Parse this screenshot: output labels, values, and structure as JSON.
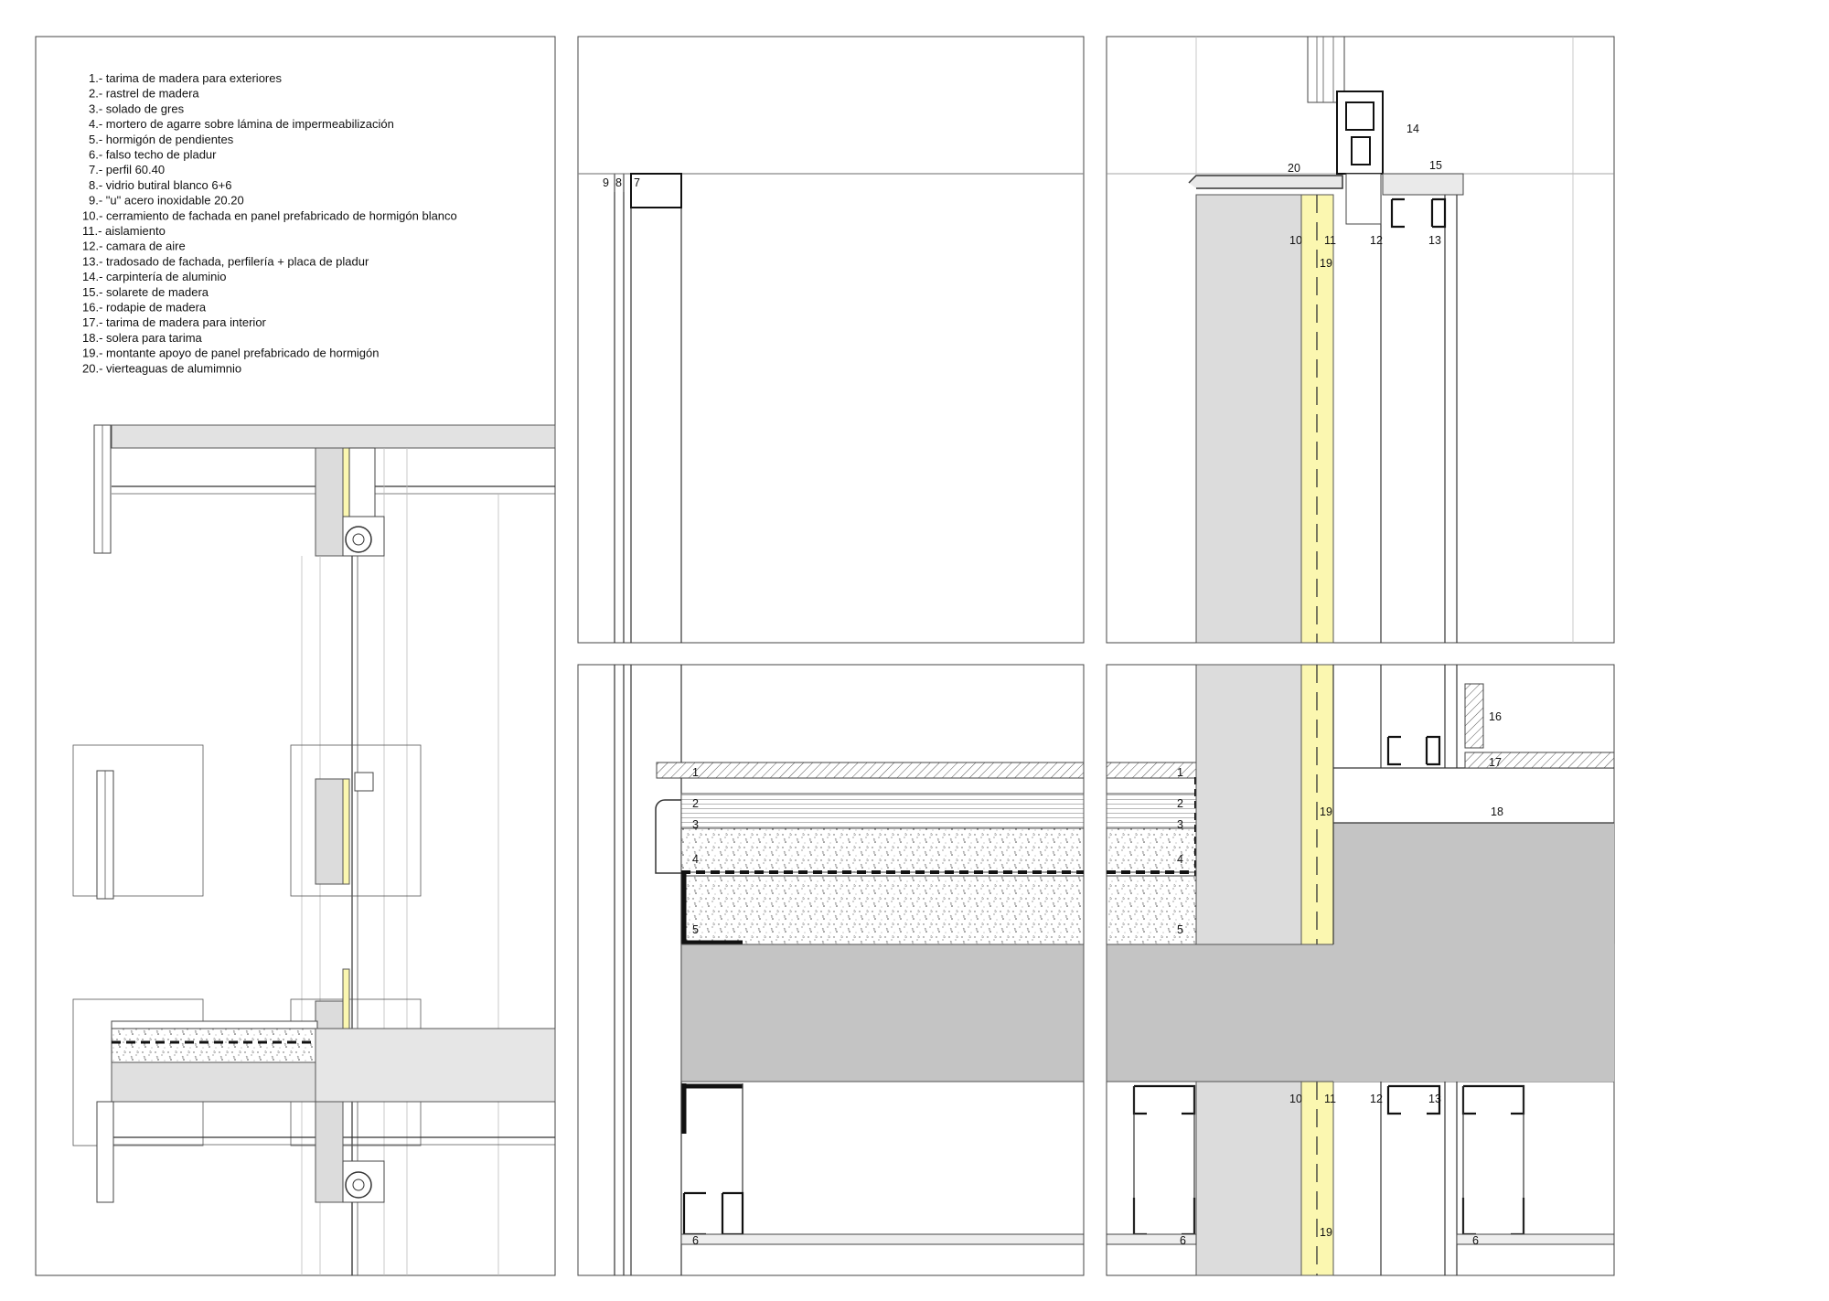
{
  "legend": [
    "1.- tarima de madera para exteriores",
    "2.- rastrel de madera",
    "3.- solado de gres",
    "4.- mortero de agarre sobre lámina de impermeabilización",
    "5.- hormigón de pendientes",
    "6.- falso techo de pladur",
    "7.- perfil 60.40",
    "8.- vidrio butiral blanco 6+6",
    "9.- \"u\" acero inoxidable 20.20",
    "10.- cerramiento de fachada en panel prefabricado de hormigón blanco",
    "11.- aislamiento",
    "12.- camara de aire",
    "13.- tradosado de fachada, perfilería + placa de pladur",
    "14.- carpintería de aluminio",
    "15.- solarete de madera",
    "16.- rodapie de madera",
    "17.- tarima de madera para interior",
    "18.- solera para tarima",
    "19.- montante apoyo de panel prefabricado de hormigón",
    "20.- vierteaguas de alumimnio"
  ],
  "callouts": {
    "detail_a": [
      "9",
      "8",
      "7"
    ],
    "detail_b": [
      "20",
      "14",
      "15",
      "10",
      "11",
      "12",
      "13",
      "19"
    ],
    "detail_c": [
      "1",
      "2",
      "3",
      "4",
      "5",
      "6"
    ],
    "detail_d_left": [
      "1",
      "2",
      "3",
      "4",
      "5"
    ],
    "detail_d_right": [
      "16",
      "17",
      "18",
      "19",
      "10",
      "11",
      "12",
      "13",
      "19",
      "6",
      "6"
    ]
  },
  "colors": {
    "insulation": "#fbf7b0",
    "concrete_panel": "#dcdcdc",
    "slab": "#c4c4c4",
    "line": "#333333"
  }
}
